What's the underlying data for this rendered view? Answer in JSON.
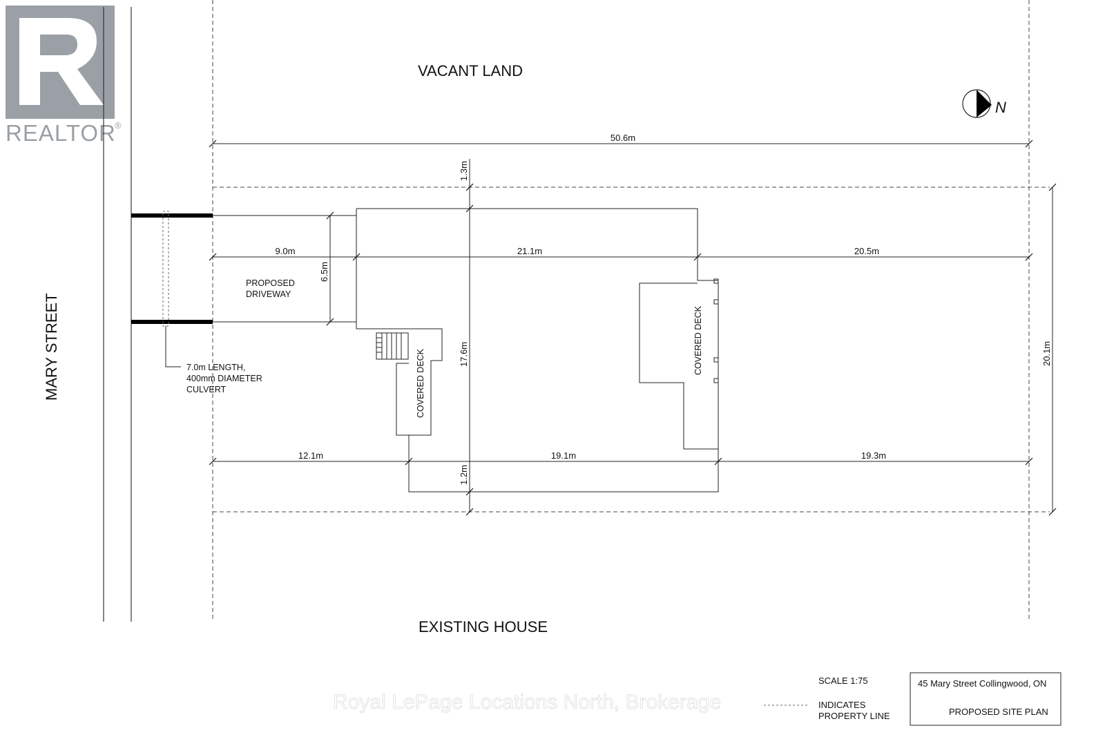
{
  "logo": {
    "text": "REALTOR",
    "mark": "®",
    "color": "#9aa0a6"
  },
  "labels": {
    "vacant_land": "VACANT LAND",
    "existing_house": "EXISTING HOUSE",
    "mary_street": "MARY STREET",
    "north": "N",
    "proposed_driveway_1": "PROPOSED",
    "proposed_driveway_2": "DRIVEWAY",
    "covered_deck_left": "COVERED DECK",
    "covered_deck_right": "COVERED DECK",
    "culvert_1": "7.0m LENGTH,",
    "culvert_2": "400mm DIAMETER",
    "culvert_3": "CULVERT"
  },
  "dimensions": {
    "overall_length": "50.6m",
    "north_setback": "1.3m",
    "driveway_length": "9.0m",
    "house_length_top": "21.1m",
    "rear_top": "20.5m",
    "driveway_width": "6.5m",
    "house_depth": "17.6m",
    "lot_width": "20.1m",
    "front_bottom": "12.1m",
    "house_length_bottom": "19.1m",
    "rear_bottom": "19.3m",
    "south_setback": "1.2m"
  },
  "legend": {
    "scale": "SCALE 1:75",
    "indicates": "INDICATES",
    "property_line": "PROPERTY LINE"
  },
  "title_block": {
    "address": "45 Mary Street Collingwood, ON",
    "title": "PROPOSED SITE PLAN"
  },
  "watermark": "Royal LePage Locations North, Brokerage"
}
